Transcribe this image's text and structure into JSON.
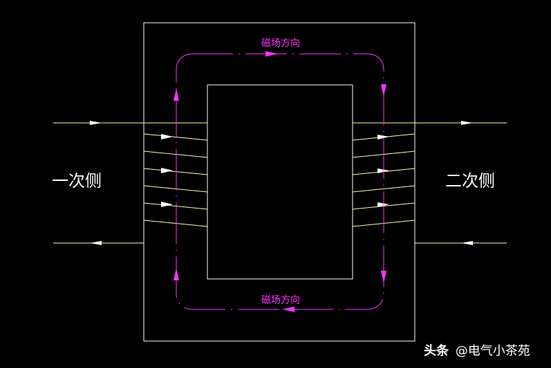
{
  "labels": {
    "primary_side": "一次侧",
    "secondary_side": "二次侧",
    "field_direction_top": "磁场方向",
    "field_direction_bottom": "磁场方向"
  },
  "watermark": {
    "prefix": "头条",
    "handle": "@电气小茶苑"
  },
  "colors": {
    "background": "#000000",
    "core_outline": "#ffffff",
    "winding": "#ffffb0",
    "flux_path": "#ff33ff",
    "text": "#ffffff"
  }
}
